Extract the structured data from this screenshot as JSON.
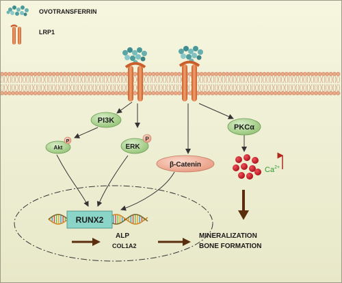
{
  "legend": {
    "ovotransferrin": "OVOTRANSFERRIN",
    "lrp1": "LRP1"
  },
  "nodes": {
    "pi3k": "PI3K",
    "akt": "Akt",
    "erk": "ERK",
    "phospho": "P",
    "beta_catenin": "β-Catenin",
    "pkc": "PKCα",
    "ca": "Ca",
    "ca_charge": "2+",
    "runx2": "RUNX2",
    "alp": "ALP",
    "col1a2": "COL1A2"
  },
  "outcome": {
    "line1": "MINERALIZATION",
    "line2": "BONE FORMATION"
  },
  "colors": {
    "background": "#eeeed4",
    "receptor": "#e07b45",
    "node_green": "#a9cf8f",
    "node_salmon": "#efb098",
    "runx2_box": "#8ad5c8",
    "calcium": "#c0141c",
    "ca_text": "#2c9a2c",
    "up_arrow": "#b0291e",
    "brown_arrow": "#5a2d0c",
    "membrane_head": "#e9a886"
  }
}
